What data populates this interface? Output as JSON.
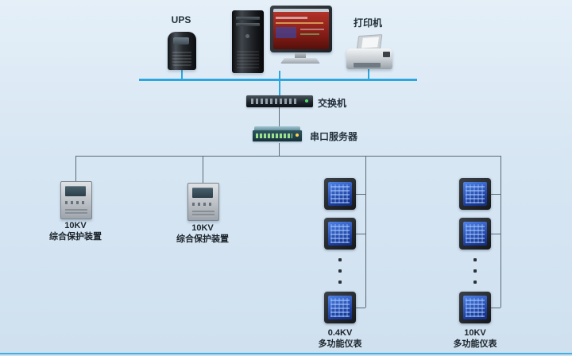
{
  "diagram": {
    "nodes": {
      "ups": {
        "label": "UPS"
      },
      "printer": {
        "label": "打印机"
      },
      "switch": {
        "label": "交换机"
      },
      "serial_server": {
        "label": "串口服务器"
      },
      "protection_device_1": {
        "voltage": "10KV",
        "name": "综合保护装置"
      },
      "protection_device_2": {
        "voltage": "10KV",
        "name": "综合保护装置"
      },
      "meter_column_1": {
        "voltage": "0.4KV",
        "name": "多功能仪表"
      },
      "meter_column_2": {
        "voltage": "10KV",
        "name": "多功能仪表"
      }
    },
    "colors": {
      "backbone_blue": "#2ba6df",
      "wire_gray": "#5a6a76",
      "background": "#d7e6f3",
      "meter_screen_blue": "#1e3f9f"
    }
  }
}
